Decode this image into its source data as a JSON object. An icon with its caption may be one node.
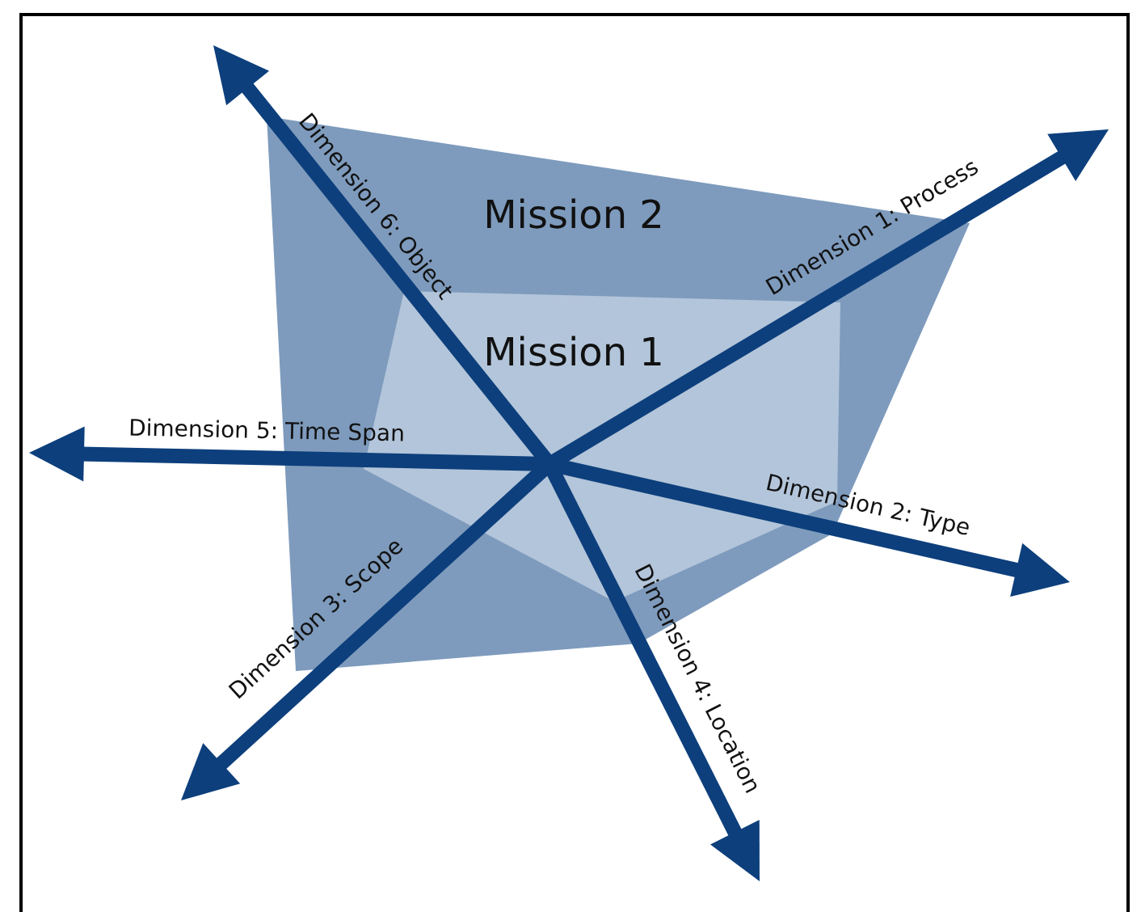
{
  "diagram": {
    "nodes": [
      {
        "text": [
          "Mission 2"
        ]
      },
      {
        "text": [
          "Mission 1"
        ],
        "in": 0
      }
    ],
    "labels": [
      "Dimension 6: Object",
      "Dimension 1: Process",
      "Dimension 5: Time Span",
      "Dimension 2: Type",
      "Dimension 3: Scope",
      "Dimension 4: Location"
    ]
  }
}
